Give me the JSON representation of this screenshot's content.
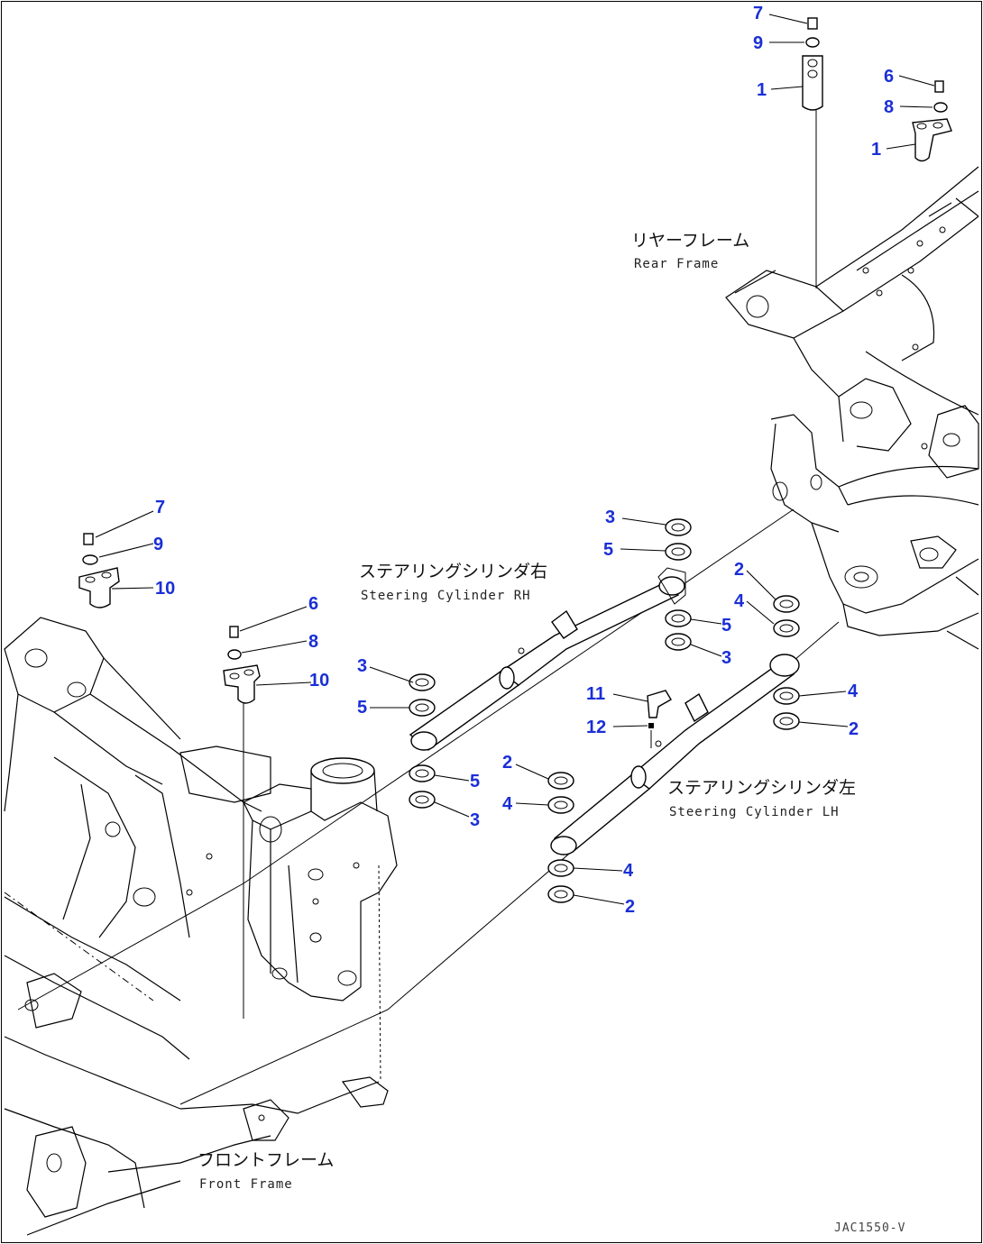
{
  "callouts": [
    {
      "id": "c7a",
      "text": "7"
    },
    {
      "id": "c9a",
      "text": "9"
    },
    {
      "id": "c1a",
      "text": "1"
    },
    {
      "id": "c6a",
      "text": "6"
    },
    {
      "id": "c8a",
      "text": "8"
    },
    {
      "id": "c1b",
      "text": "1"
    },
    {
      "id": "c7b",
      "text": "7"
    },
    {
      "id": "c9b",
      "text": "9"
    },
    {
      "id": "c10a",
      "text": "10"
    },
    {
      "id": "c6b",
      "text": "6"
    },
    {
      "id": "c8b",
      "text": "8"
    },
    {
      "id": "c10b",
      "text": "10"
    },
    {
      "id": "c3a",
      "text": "3"
    },
    {
      "id": "c5a",
      "text": "5"
    },
    {
      "id": "c2a",
      "text": "2"
    },
    {
      "id": "c4a",
      "text": "4"
    },
    {
      "id": "c5b",
      "text": "5"
    },
    {
      "id": "c3b",
      "text": "3"
    },
    {
      "id": "c4b",
      "text": "4"
    },
    {
      "id": "c2b",
      "text": "2"
    },
    {
      "id": "c11",
      "text": "11"
    },
    {
      "id": "c12",
      "text": "12"
    },
    {
      "id": "c3c",
      "text": "3"
    },
    {
      "id": "c5c",
      "text": "5"
    },
    {
      "id": "c5d",
      "text": "5"
    },
    {
      "id": "c3d",
      "text": "3"
    },
    {
      "id": "c2c",
      "text": "2"
    },
    {
      "id": "c4c",
      "text": "4"
    },
    {
      "id": "c4d",
      "text": "4"
    },
    {
      "id": "c2d",
      "text": "2"
    }
  ],
  "labels": {
    "rear_frame_jp": "リヤーフレーム",
    "rear_frame_en": "Rear Frame",
    "steering_rh_jp": "ステアリングシリンダ右",
    "steering_rh_en": "Steering Cylinder RH",
    "steering_lh_jp": "ステアリングシリンダ左",
    "steering_lh_en": "Steering Cylinder LH",
    "front_frame_jp": "フロントフレーム",
    "front_frame_en": "Front Frame",
    "drawing_code": "JAC1550-V"
  }
}
